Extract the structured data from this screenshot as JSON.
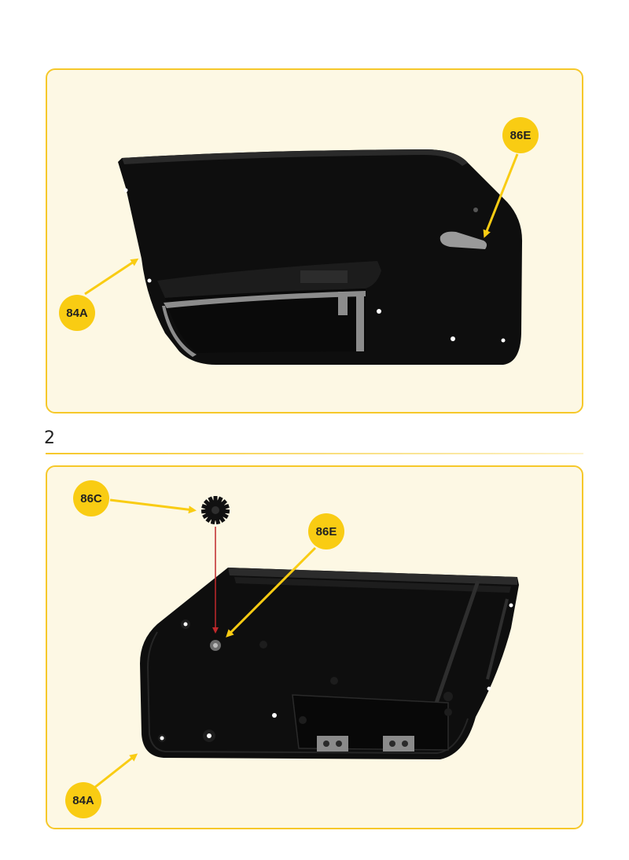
{
  "step_label": "2",
  "panel1": {
    "callouts": {
      "part_86E": "86E",
      "part_84A": "84A"
    }
  },
  "panel2": {
    "callouts": {
      "part_86C": "86C",
      "part_86E": "86E",
      "part_84A": "84A"
    }
  },
  "colors": {
    "panel_border": "#f6c82a",
    "panel_bg": "#fdf8e4",
    "callout_fill": "#f9cc13",
    "arrow": "#f9cc13",
    "assembly_arrow": "#c0282b",
    "part_dark": "#0e0e0e"
  }
}
